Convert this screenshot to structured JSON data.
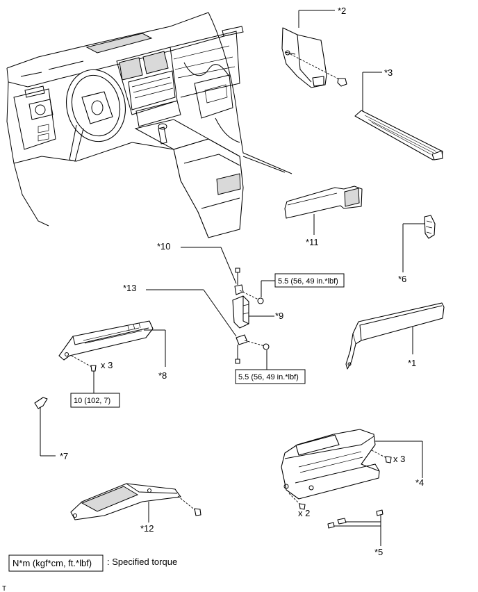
{
  "callouts": {
    "c1": "*1",
    "c2": "*2",
    "c3": "*3",
    "c4": "*4",
    "c5": "*5",
    "c6": "*6",
    "c7": "*7",
    "c8": "*8",
    "c9": "*9",
    "c10": "*10",
    "c11": "*11",
    "c12": "*12",
    "c13": "*13"
  },
  "quantities": {
    "q8": "x 3",
    "q4": "x 3",
    "q4b": "x 2"
  },
  "torques": {
    "t_upper": "5.5 (56, 49 in.*lbf)",
    "t_lower": "5.5 (56, 49 in.*lbf)",
    "t_left": "10 (102, 7)"
  },
  "legend": {
    "box_text": "N*m (kgf*cm, ft.*lbf)",
    "desc": ": Specified torque"
  },
  "footer_mark": "T"
}
